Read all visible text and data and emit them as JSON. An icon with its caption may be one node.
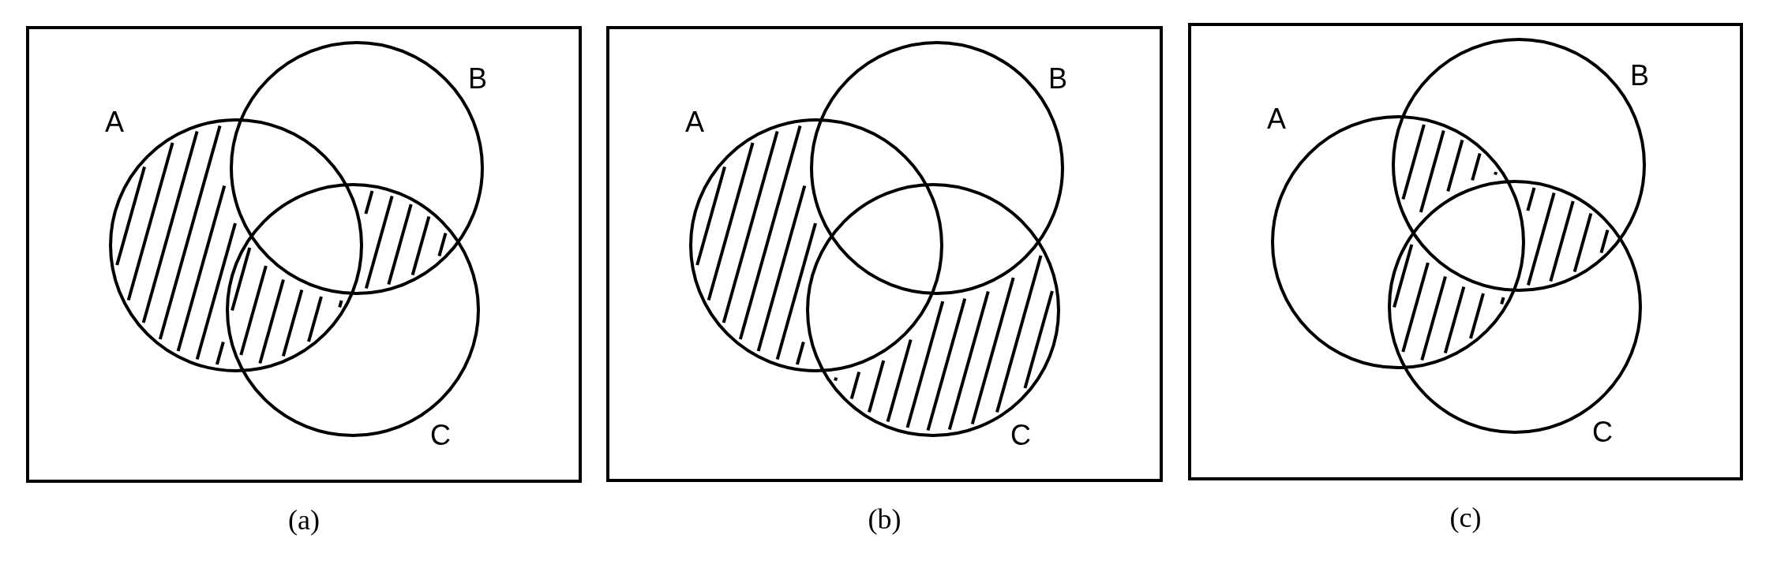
{
  "diagram": {
    "nodes": [
      {
        "text": [],
        "shape": "box",
        "beside": [
          "(a)"
        ]
      },
      {
        "text": [
          "A"
        ],
        "in": 0
      },
      {
        "text": [
          "B"
        ],
        "in": 0
      },
      {
        "text": [
          "C"
        ],
        "in": 0
      },
      {
        "text": [],
        "shape": "box",
        "beside": [
          "(b)"
        ]
      },
      {
        "text": [
          "A"
        ],
        "in": 4
      },
      {
        "text": [
          "B"
        ],
        "in": 4
      },
      {
        "text": [
          "C"
        ],
        "in": 4
      },
      {
        "text": [],
        "shape": "box",
        "beside": [
          "(c)"
        ]
      },
      {
        "text": [
          "A"
        ],
        "in": 8
      },
      {
        "text": [
          "B"
        ],
        "in": 8
      },
      {
        "text": [
          "C"
        ],
        "in": 8
      }
    ],
    "edges": []
  }
}
